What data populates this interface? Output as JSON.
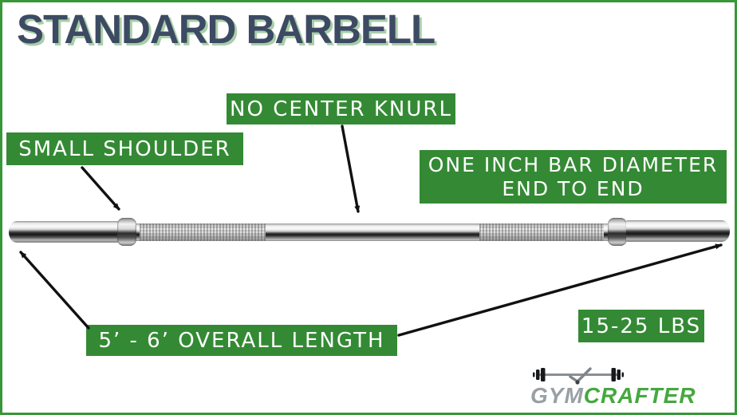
{
  "title": "STANDARD BARBELL",
  "annotations": {
    "no_center_knurl": "NO CENTER KNURL",
    "small_shoulder": "SMALL SHOULDER",
    "bar_diameter_line1": "ONE INCH BAR DIAMETER",
    "bar_diameter_line2": "END TO END",
    "overall_length": "5’ - 6’ OVERALL LENGTH",
    "weight": "15-25 LBS"
  },
  "logo": {
    "word1": "GYM",
    "word2": "CRAFTER",
    "icon": "barbell-icon"
  },
  "colors": {
    "label_green": "#348a34",
    "border_green": "#389738",
    "title_navy": "#3d4a63",
    "title_shadow_green": "#a8cfa8",
    "arrow_black": "#111111",
    "logo_gray": "#98a0a6",
    "logo_green": "#45a83f"
  }
}
